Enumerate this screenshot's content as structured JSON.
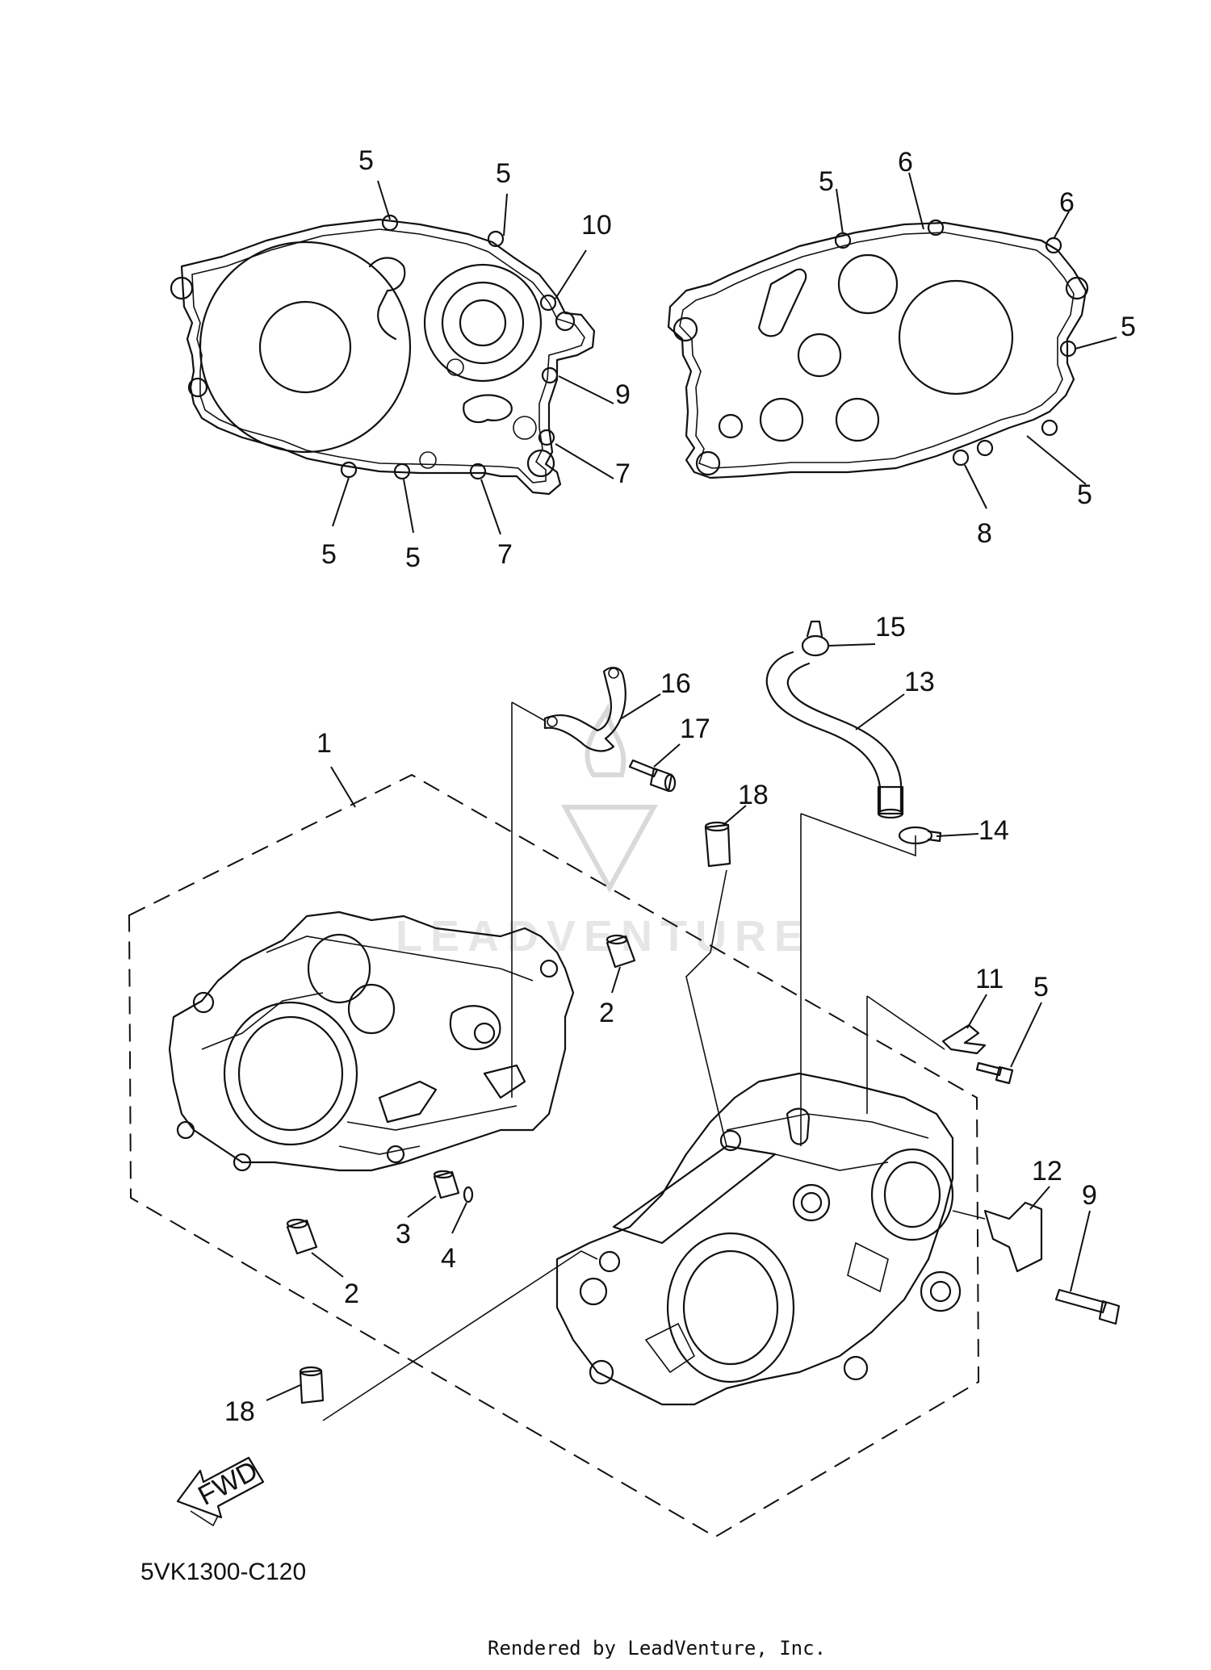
{
  "diagram_code": "5VK1300-C120",
  "credit": "Rendered by LeadVenture, Inc.",
  "direction_label": "FWD",
  "watermark_text": "LEADVENTURE",
  "callouts": [
    {
      "id": "c5a",
      "label": "5"
    },
    {
      "id": "c5b",
      "label": "5"
    },
    {
      "id": "c10",
      "label": "10"
    },
    {
      "id": "c9a",
      "label": "9"
    },
    {
      "id": "c7a",
      "label": "7"
    },
    {
      "id": "c5c",
      "label": "5"
    },
    {
      "id": "c5d",
      "label": "5"
    },
    {
      "id": "c7b",
      "label": "7"
    },
    {
      "id": "c5e",
      "label": "5"
    },
    {
      "id": "c6a",
      "label": "6"
    },
    {
      "id": "c6b",
      "label": "6"
    },
    {
      "id": "c5f",
      "label": "5"
    },
    {
      "id": "c5g",
      "label": "5"
    },
    {
      "id": "c8",
      "label": "8"
    },
    {
      "id": "c15",
      "label": "15"
    },
    {
      "id": "c16",
      "label": "16"
    },
    {
      "id": "c13",
      "label": "13"
    },
    {
      "id": "c17",
      "label": "17"
    },
    {
      "id": "c1",
      "label": "1"
    },
    {
      "id": "c18a",
      "label": "18"
    },
    {
      "id": "c14",
      "label": "14"
    },
    {
      "id": "c2a",
      "label": "2"
    },
    {
      "id": "c11",
      "label": "11"
    },
    {
      "id": "c5h",
      "label": "5"
    },
    {
      "id": "c12",
      "label": "12"
    },
    {
      "id": "c9b",
      "label": "9"
    },
    {
      "id": "c3",
      "label": "3"
    },
    {
      "id": "c4",
      "label": "4"
    },
    {
      "id": "c2b",
      "label": "2"
    },
    {
      "id": "c18b",
      "label": "18"
    }
  ]
}
